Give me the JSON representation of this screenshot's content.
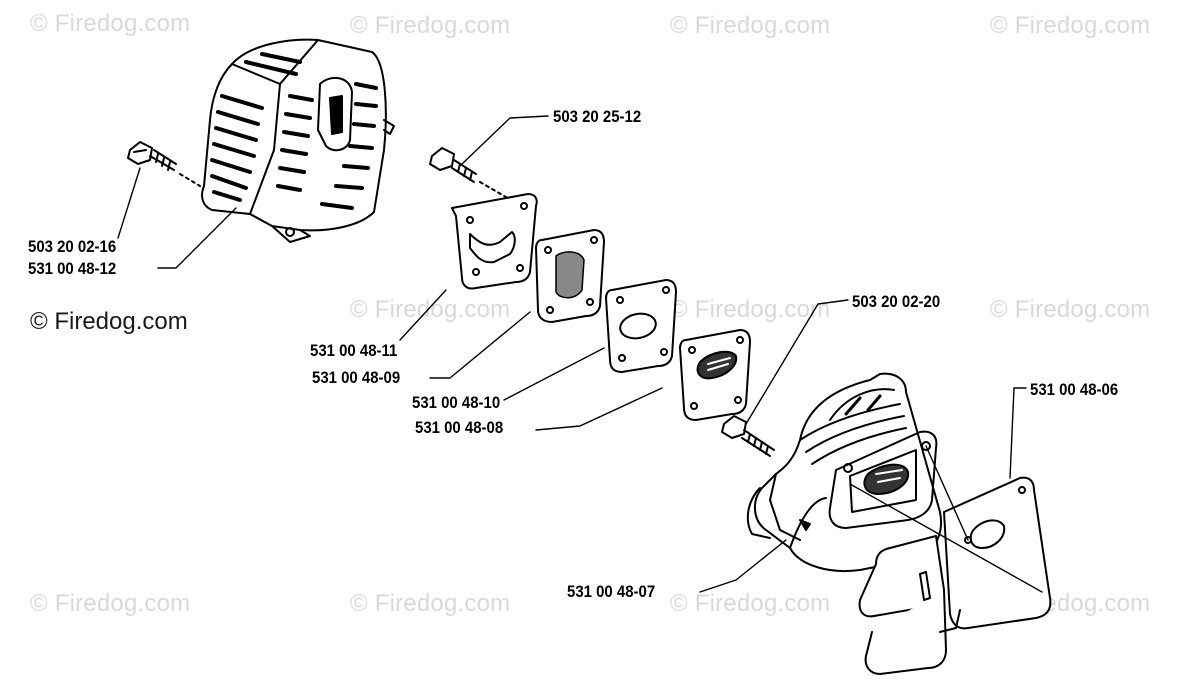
{
  "watermark": "© Firedog.com",
  "part_numbers": {
    "screw_top": "503 20 25-12",
    "screw_left": "503 20 02-16",
    "cover": "531 00 48-12",
    "plate_a": "531 00 48-11",
    "plate_b": "531 00 48-09",
    "gasket_a": "531 00 48-10",
    "gasket_b": "531 00 48-08",
    "screw_right": "503 20 02-20",
    "heat_shield": "531 00 48-06",
    "muffler": "531 00 48-07"
  }
}
